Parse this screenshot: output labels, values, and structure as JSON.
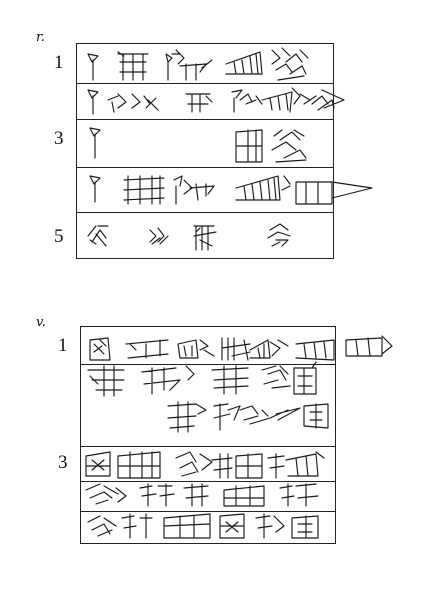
{
  "obverse": {
    "side_label": "r.",
    "line_numbers": [
      "1",
      "3",
      "5"
    ]
  },
  "reverse": {
    "side_label": "v.",
    "line_numbers": [
      "1",
      "3"
    ]
  }
}
